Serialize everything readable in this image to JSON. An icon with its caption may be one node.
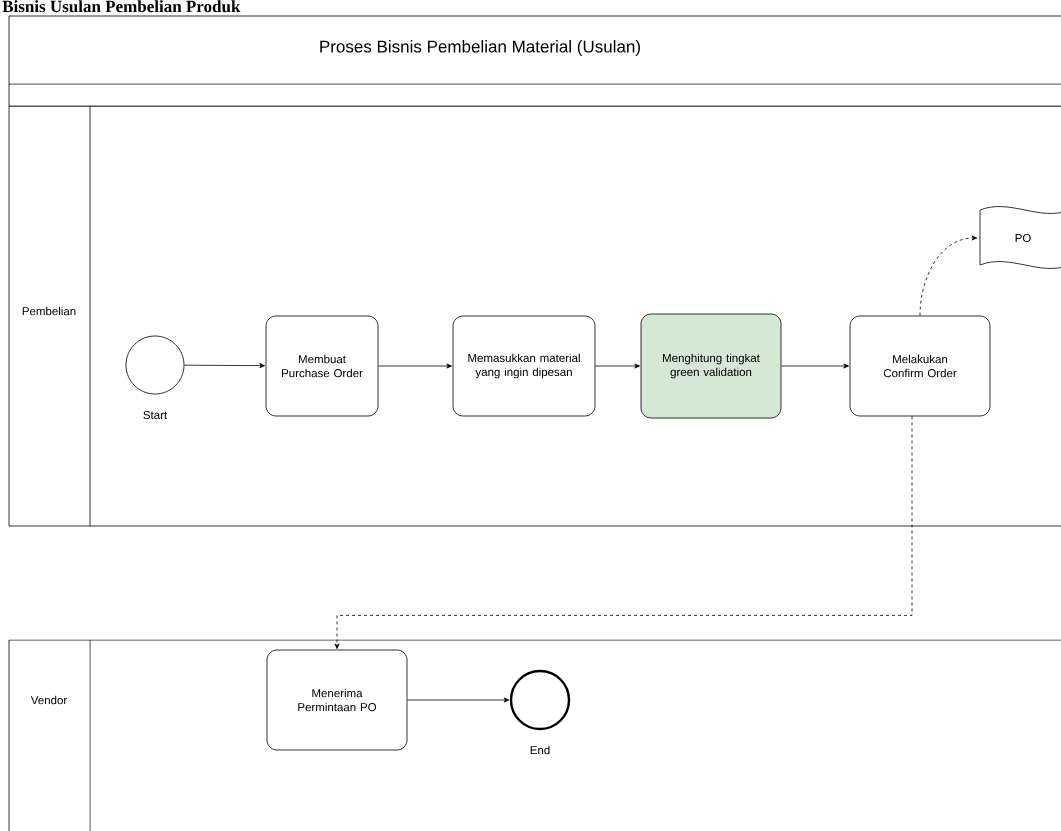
{
  "diagram": {
    "title": "Proses Bisnis Pembelian Material (Usulan)",
    "nodes": [
      {
        "text": [
          "Pembelian"
        ]
      },
      {
        "text": [
          "Vendor"
        ]
      },
      {
        "text": [],
        "shape": "circle",
        "beside": [
          "Start"
        ],
        "in": 0
      },
      {
        "text": [
          "Membuat Purchase Order"
        ],
        "in": 0
      },
      {
        "text": [
          "Memasukkan material yang ingin dipesan"
        ],
        "in": 0
      },
      {
        "text": [
          "Menghitung tingkat green validation"
        ],
        "in": 0
      },
      {
        "text": [
          "Melakukan Confirm Order"
        ],
        "in": 0
      },
      {
        "text": [
          "PO"
        ],
        "in": 0
      },
      {
        "text": [
          "Menerima Permintaan PO"
        ],
        "in": 1
      },
      {
        "text": [],
        "shape": "circle",
        "beside": [
          "End"
        ],
        "in": 1
      }
    ],
    "edges": [
      {
        "from": 2,
        "to": 3,
        "arrow": "to"
      },
      {
        "from": 3,
        "to": 4,
        "arrow": "to"
      },
      {
        "from": 4,
        "to": 5,
        "arrow": "to"
      },
      {
        "from": 5,
        "to": 6,
        "arrow": "to"
      },
      {
        "from": 6,
        "to": 7,
        "arrow": "to",
        "style": "dashed"
      },
      {
        "from": 6,
        "to": 8,
        "arrow": "to",
        "style": "dashed"
      },
      {
        "from": 8,
        "to": 9,
        "arrow": "to"
      }
    ],
    "labels": [
      "Bisnis Usulan Pembelian Produk"
    ]
  }
}
